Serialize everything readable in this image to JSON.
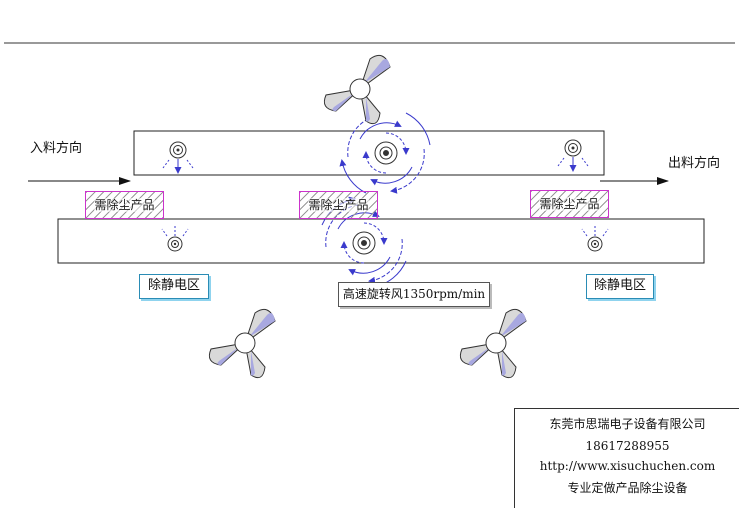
{
  "labels": {
    "inlet_direction": "入料方向",
    "outlet_direction": "出料方向",
    "product_left": "需除尘产品",
    "product_center": "需除尘产品",
    "product_right": "需除尘产品",
    "zone_left": "除静电区",
    "zone_right": "除静电区",
    "wind_speed": "高速旋转风1350rpm/min"
  },
  "company": {
    "name": "东莞市思瑞电子设备有限公司",
    "phone": "18617288955",
    "url": "http://www.xisuchuchen.com",
    "slogan": "专业定做产品除尘设备"
  },
  "colors": {
    "swirl": "#3a3acc",
    "hatch_border": "#cc33cc",
    "zone_border": "#2a8cb5",
    "zone_shadow": "#8fd3ee",
    "fan_blade": "#d9d9d9",
    "fan_blade_shade": "#a8a8e0"
  },
  "icons": [
    "fan-icon",
    "ionizer-icon",
    "swirl-icon",
    "arrow-right-icon"
  ]
}
